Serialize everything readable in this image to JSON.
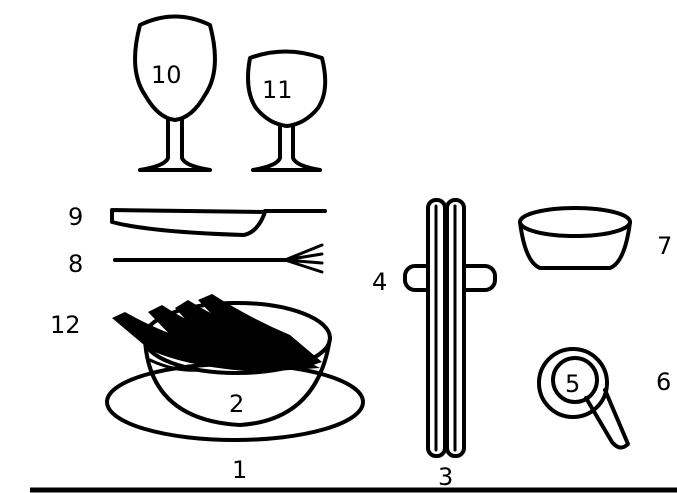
{
  "labels": {
    "plate": "1",
    "bowl": "2",
    "chopsticks": "3",
    "chopstick_rest": "4",
    "spoon": "5",
    "spoon_rest": "6",
    "small_bowl": "7",
    "fork": "8",
    "knife": "9",
    "tall_glass": "10",
    "wine_glass": "11",
    "food": "12"
  },
  "colors": {
    "ink": "#000000",
    "background": "#ffffff"
  }
}
